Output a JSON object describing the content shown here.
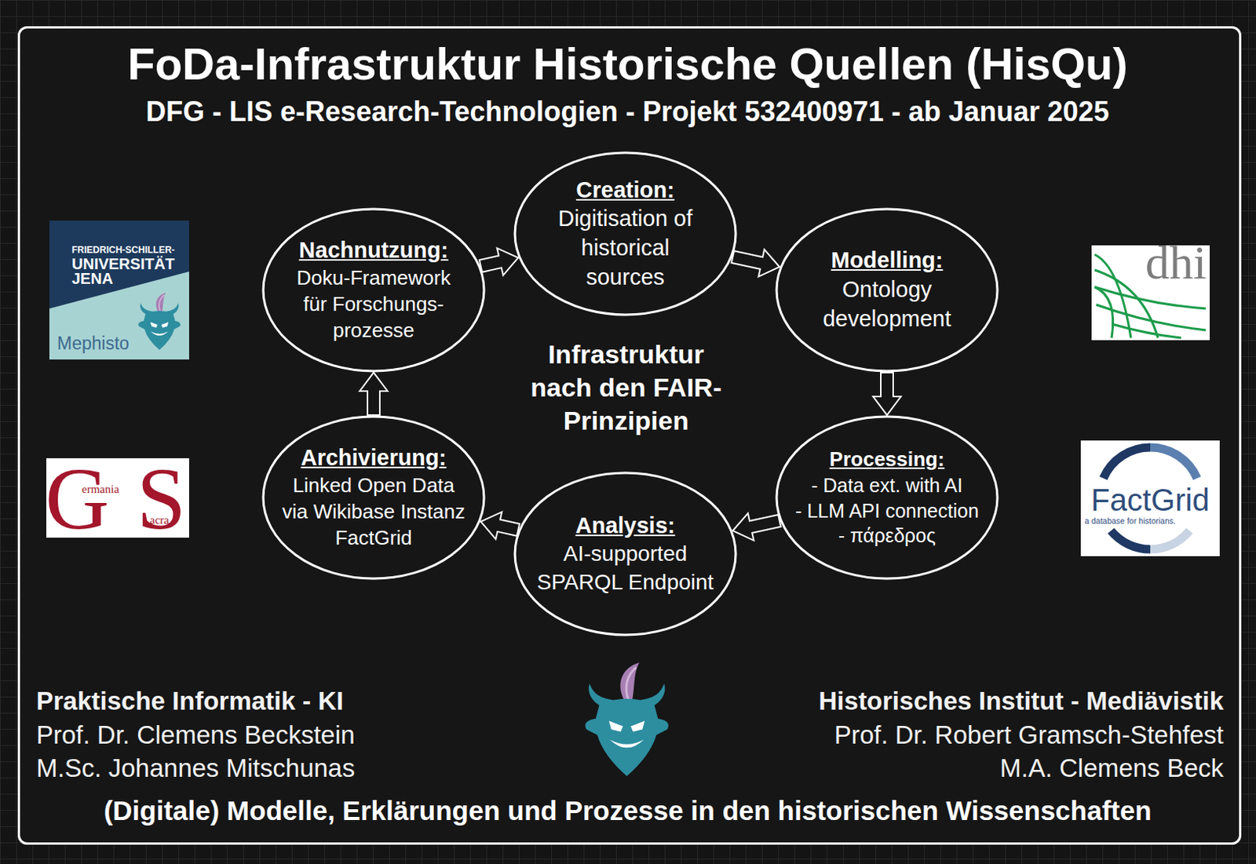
{
  "diagram": {
    "title": "FoDa-Infrastruktur Historische Quellen (HisQu)",
    "caption": "(Digitale) Modelle, Erklärungen und Prozesse in den historischen Wissenschaften",
    "nodes": [
      {
        "text": [
          "Creation:",
          "Digitisation of historical sources"
        ]
      },
      {
        "text": [
          "Modelling:",
          "Ontology development"
        ]
      },
      {
        "text": [
          "Processing:",
          "- Data ext. with AI - LLM API connection - πάρεδρος"
        ]
      },
      {
        "text": [
          "Analysis:",
          "AI-supported SPARQL Endpoint"
        ]
      },
      {
        "text": [
          "Archivierung:",
          "Linked Open Data via Wikibase Instanz FactGrid"
        ]
      },
      {
        "text": [
          "Nachnutzung:",
          "Doku-Framework für Forschungs- prozesse"
        ]
      }
    ],
    "edges": [
      {
        "from": 0,
        "to": 1,
        "arrow": "to"
      },
      {
        "from": 1,
        "to": 2,
        "arrow": "to"
      },
      {
        "from": 2,
        "to": 3,
        "arrow": "to"
      },
      {
        "from": 3,
        "to": 4,
        "arrow": "to"
      },
      {
        "from": 4,
        "to": 5,
        "arrow": "to"
      },
      {
        "from": 5,
        "to": 0,
        "arrow": "to"
      }
    ],
    "labels": [
      "DFG - LIS e-Research-Technologien - Projekt 532400971 - ab Januar 2025",
      "Infrastruktur nach den FAIR- Prinzipien",
      "FRIEDRICH-SCHILLER-",
      "UNIVERSITÄT",
      "JENA",
      "Mephisto",
      "G",
      "ermania",
      "S",
      "acra",
      "dhi",
      "FactGrid",
      "a database for historians.",
      "Praktische Informatik - KI",
      "Prof. Dr. Clemens Beckstein",
      "M.Sc. Johannes Mitschunas",
      "Historisches Institut - Mediävistik",
      "Prof. Dr. Robert Gramsch-Stehfest",
      "M.A. Clemens Beck"
    ]
  }
}
